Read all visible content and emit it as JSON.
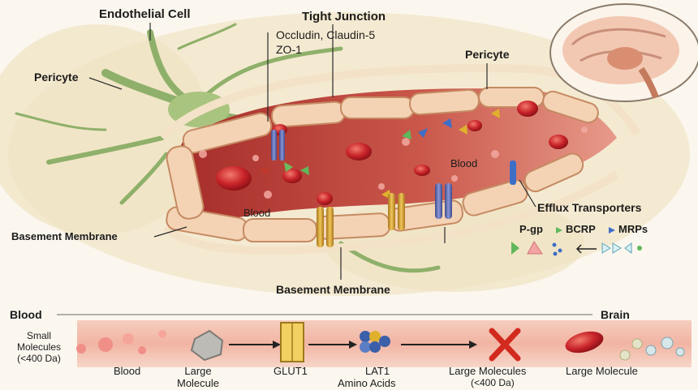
{
  "labels": {
    "endothelial_cell": "Endothelial Cell",
    "tight_junction": "Tight Junction",
    "tight_junction_proteins": "Occludin, Claudin-5",
    "tight_junction_zo": "ZO-1",
    "pericyte_top": "Pericyte",
    "pericyte_left": "Pericyte",
    "blood_upper": "Blood",
    "blood_lower": "Blood",
    "basement_membrane_left": "Basement Membrane",
    "basement_membrane_center": "Basement Membrane",
    "efflux_transporters": "Efflux Transporters",
    "pgp": "P-gp",
    "bcrp": "BCRP",
    "mrps": "MRPs"
  },
  "pathway": {
    "blood_heading": "Blood",
    "brain_heading": "Brain",
    "small_molecules": "Small\nMolecules\n(<400 Da)",
    "blood": "Blood",
    "large_molecule": "Large\nMolecule",
    "glut1": "GLUT1",
    "lat1": "LAT1",
    "amino_acids": "Amino Acids",
    "large_molecules": "Large Molecules",
    "large_molecules_size": "(<400 Da)",
    "large_molecule_right": "Large Molecule"
  }
}
